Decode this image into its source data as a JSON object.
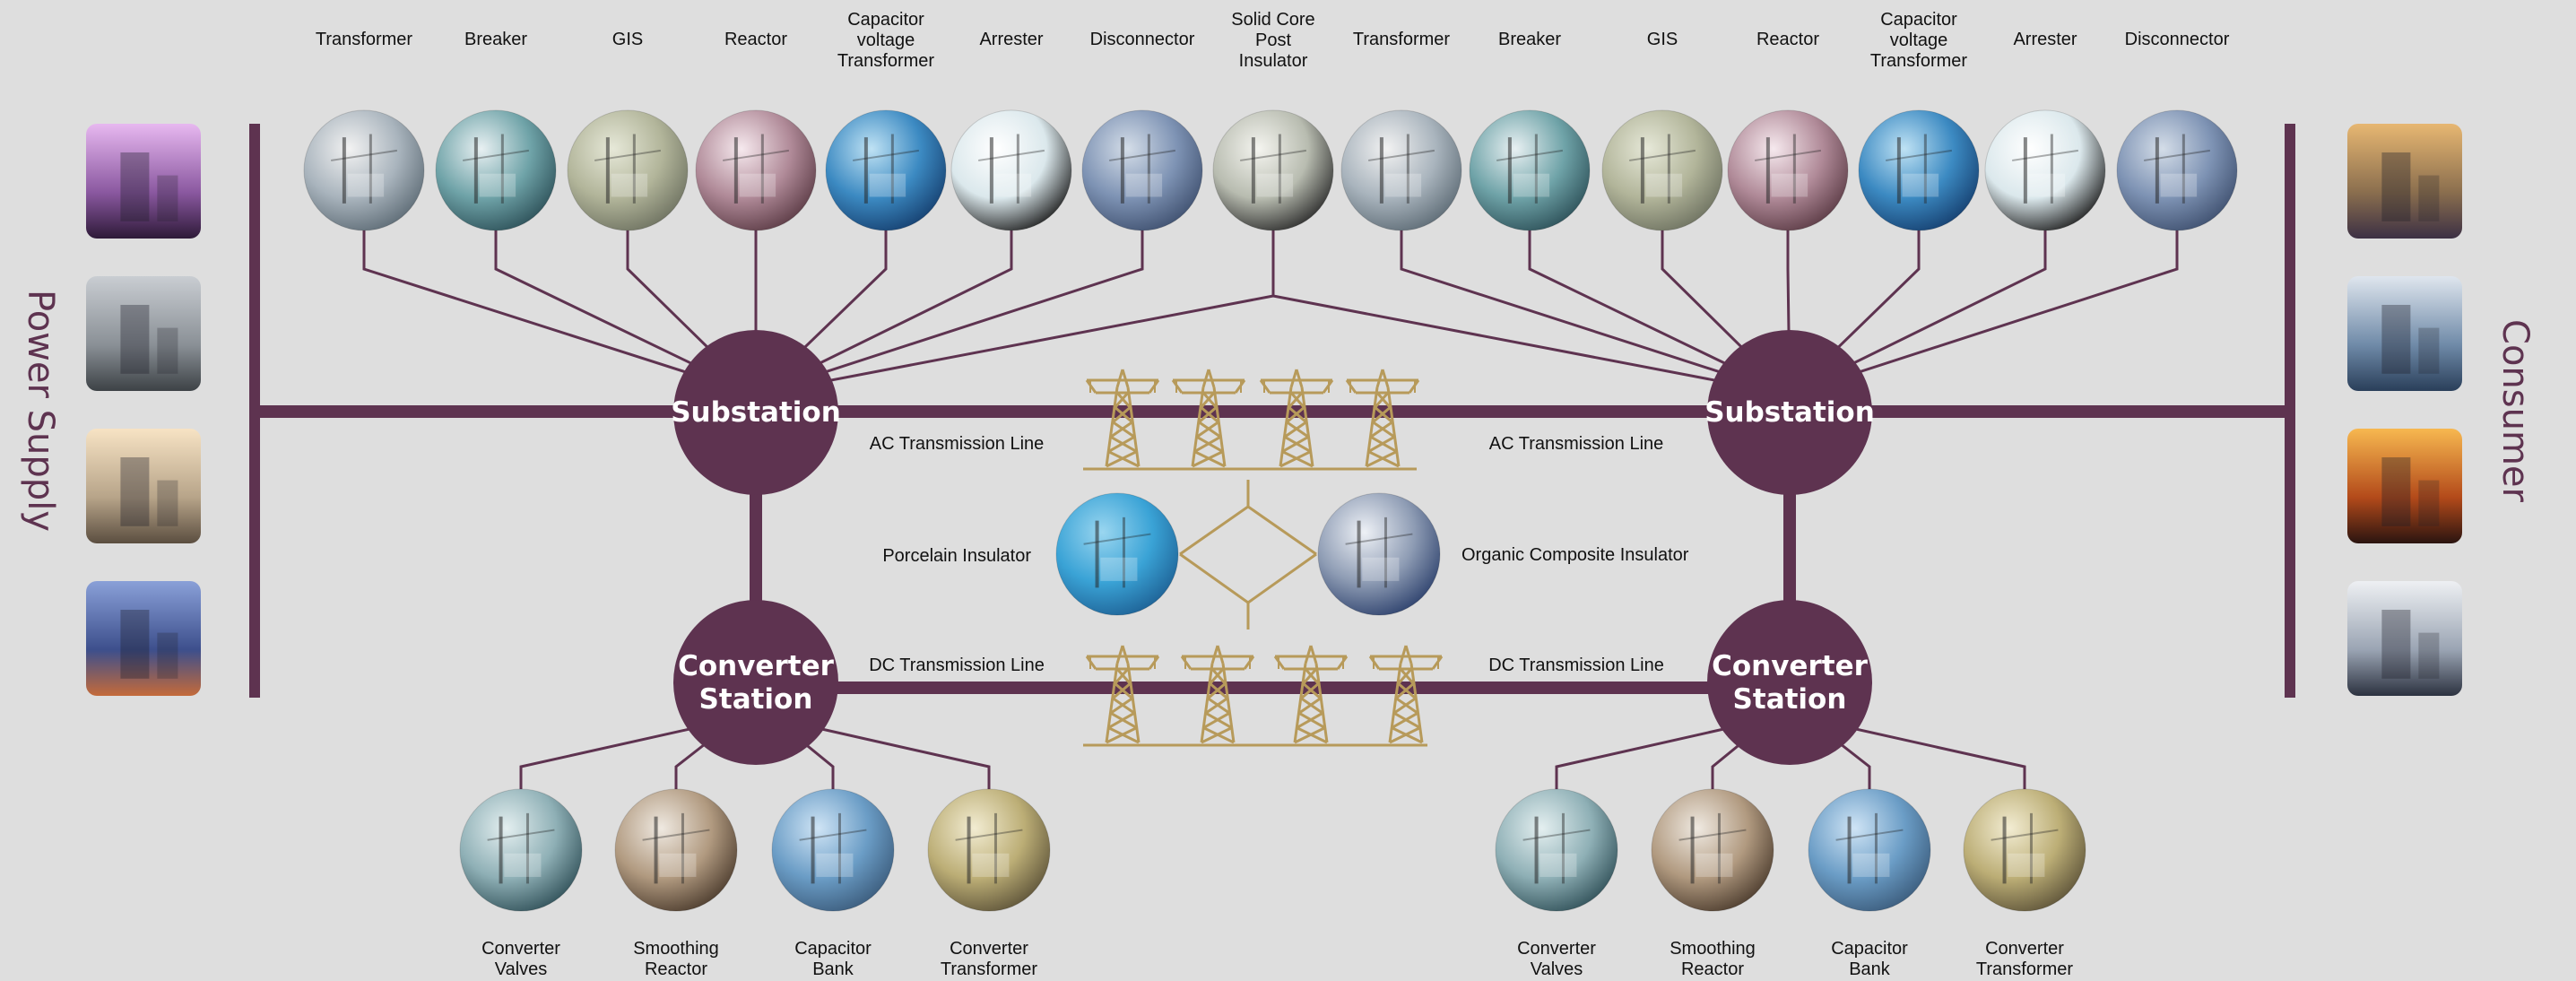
{
  "colors": {
    "plum": "#5e3350",
    "gold": "#b79a5a",
    "background": "#dedede"
  },
  "side_labels": {
    "left": "Power Supply",
    "right": "Consumer"
  },
  "hubs": {
    "substation": "Substation",
    "converter_line1": "Converter",
    "converter_line2": "Station"
  },
  "lines": {
    "ac": "AC Transmission Line",
    "dc": "DC Transmission Line",
    "porcelain": "Porcelain Insulator",
    "organic": "Organic Composite Insulator"
  },
  "top_components": [
    {
      "label": [
        "Transformer"
      ],
      "kind": "transformer"
    },
    {
      "label": [
        "Breaker"
      ],
      "kind": "breaker"
    },
    {
      "label": [
        "GIS"
      ],
      "kind": "gis"
    },
    {
      "label": [
        "Reactor"
      ],
      "kind": "reactor"
    },
    {
      "label": [
        "Capacitor",
        "voltage",
        "Transformer"
      ],
      "kind": "cvt"
    },
    {
      "label": [
        "Arrester"
      ],
      "kind": "arrester"
    },
    {
      "label": [
        "Disconnector"
      ],
      "kind": "disconnector"
    },
    {
      "label": [
        "Solid Core",
        "Post",
        "Insulator"
      ],
      "kind": "post"
    },
    {
      "label": [
        "Transformer"
      ],
      "kind": "transformer"
    },
    {
      "label": [
        "Breaker"
      ],
      "kind": "breaker"
    },
    {
      "label": [
        "GIS"
      ],
      "kind": "gis"
    },
    {
      "label": [
        "Reactor"
      ],
      "kind": "reactor"
    },
    {
      "label": [
        "Capacitor",
        "voltage",
        "Transformer"
      ],
      "kind": "cvt"
    },
    {
      "label": [
        "Arrester"
      ],
      "kind": "arrester"
    },
    {
      "label": [
        "Disconnector"
      ],
      "kind": "disconnector"
    }
  ],
  "bottom_components": [
    {
      "label": [
        "Converter",
        "Valves"
      ],
      "kind": "valves"
    },
    {
      "label": [
        "Smoothing",
        "Reactor"
      ],
      "kind": "smoothing"
    },
    {
      "label": [
        "Capacitor",
        "Bank"
      ],
      "kind": "capbank"
    },
    {
      "label": [
        "Converter",
        "Transformer"
      ],
      "kind": "convtrans"
    }
  ],
  "supply_images": [
    "power-plant-image",
    "substation-image",
    "wind-farm-image",
    "hydro-dam-image"
  ],
  "consumer_images": [
    "office-tower-image",
    "train-image",
    "steel-furnace-image",
    "satellite-dish-image"
  ]
}
